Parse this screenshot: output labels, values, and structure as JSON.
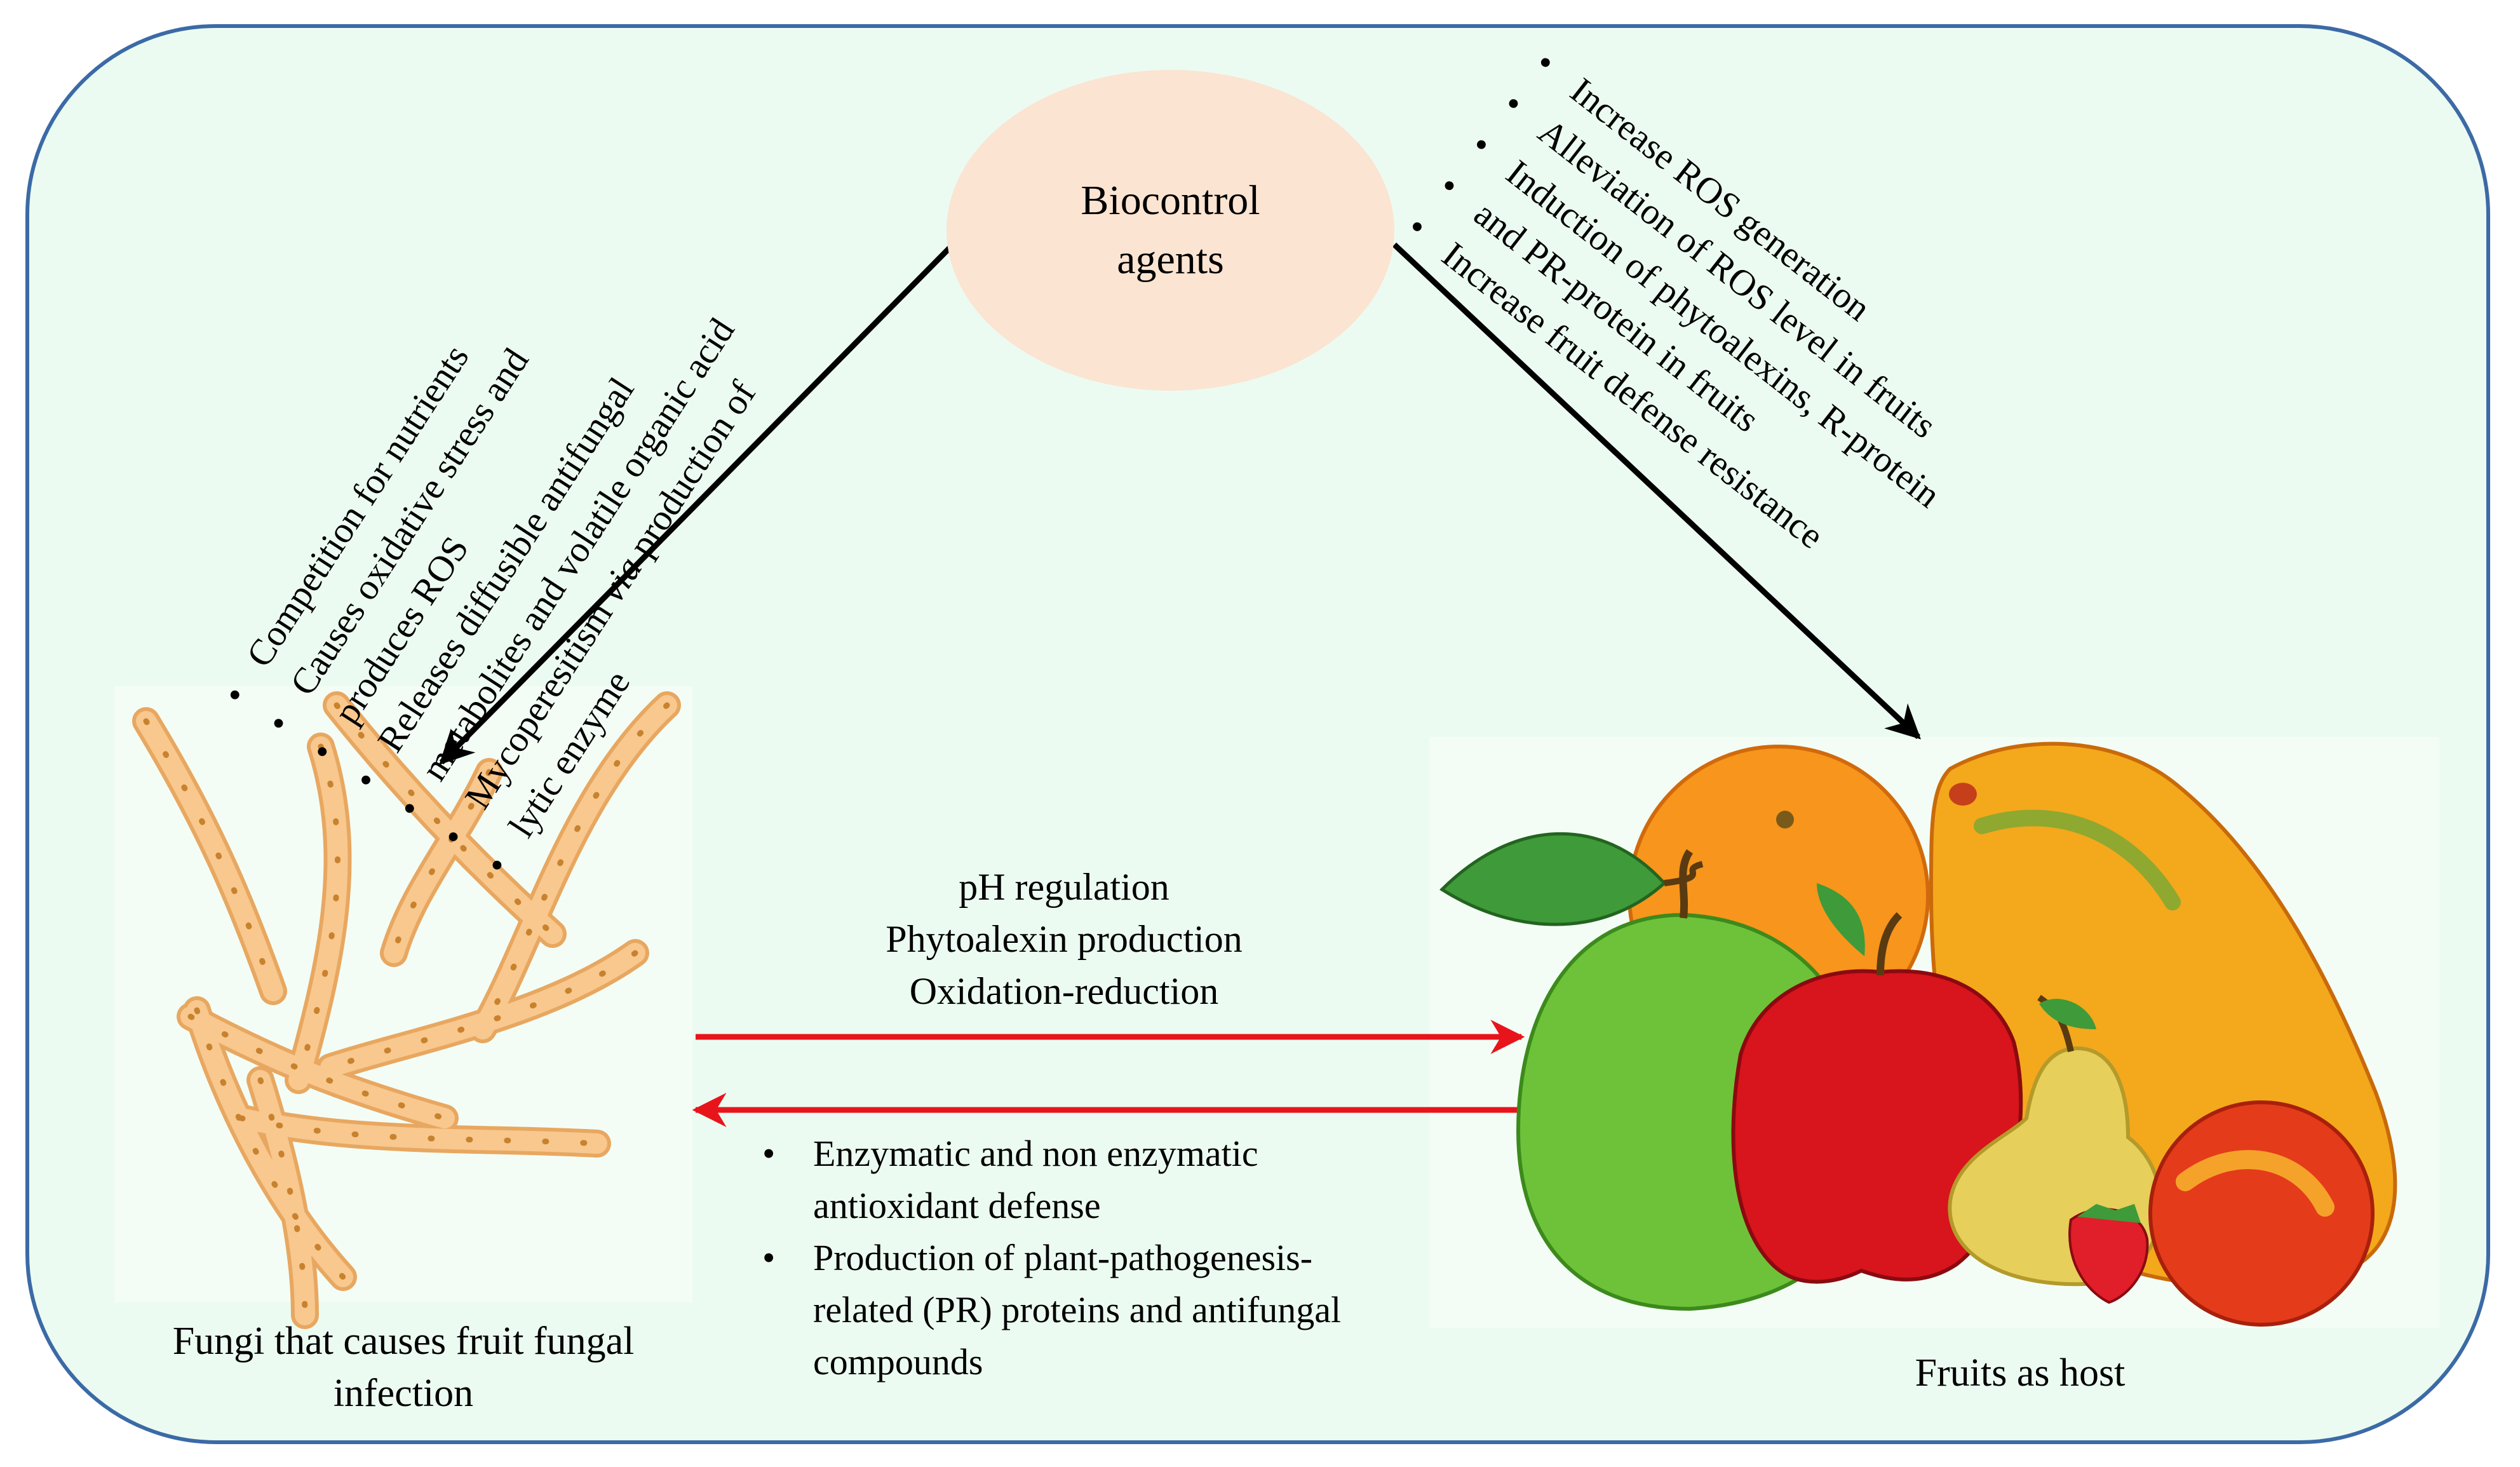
{
  "diagram": {
    "center_node": {
      "line1": "Biocontrol",
      "line2": "agents"
    },
    "left_mechanisms": {
      "items": [
        {
          "text": "Competition for nutrients"
        },
        {
          "text": "Causes oxidative stress  and",
          "cont": "produces ROS"
        },
        {
          "text": "Releases diffusible antifungal",
          "cont": "metabolites and volatile organic acid"
        },
        {
          "text_before_italic": "Mycoperesitism ",
          "italic": "via",
          "text_after_italic": " production of",
          "cont": "lytic enzyme"
        }
      ]
    },
    "right_mechanisms": {
      "items": [
        {
          "text": "Increase ROS generation"
        },
        {
          "text": "Alleviation of ROS level in fruits"
        },
        {
          "text": "Induction of phytoalexins, R-protein",
          "cont": "and PR-protein in fruits"
        },
        {
          "text": "Increase fruit defense resistance"
        }
      ]
    },
    "interaction_forward": {
      "line1": "pH regulation",
      "line2": "Phytoalexin production",
      "line3": "Oxidation-reduction"
    },
    "interaction_back": {
      "items": [
        {
          "text": "Enzymatic and non enzymatic",
          "cont": "antioxidant defense"
        },
        {
          "text": "Production of plant-pathogenesis-",
          "cont": "related (PR) proteins and antifungal",
          "cont2": "compounds"
        }
      ]
    },
    "fungi_caption": {
      "line1": "Fungi that causes  fruit fungal",
      "line2": "infection"
    },
    "fruits_caption": "Fruits as host",
    "colors": {
      "frame_border": "#3b6aa6",
      "background": "#ecfbf1",
      "agent_fill": "#fbe4d2",
      "interaction_arrow": "#e8141c",
      "action_arrow": "#000000",
      "hyphae": "#f8c88e"
    }
  }
}
